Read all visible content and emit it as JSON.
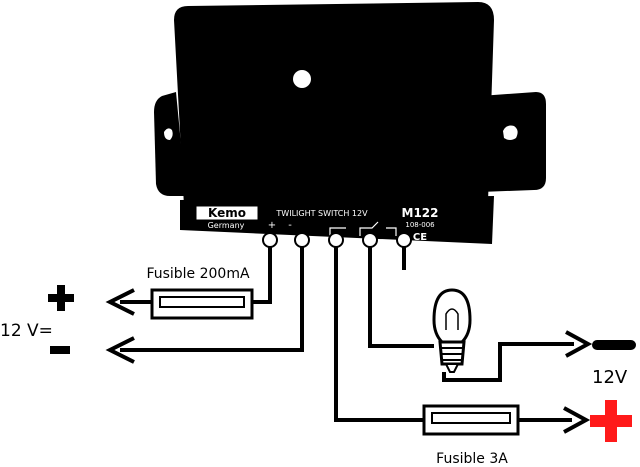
{
  "module": {
    "brand": "Kemo",
    "origin": "Germany",
    "description": "TWILIGHT SWITCH 12V",
    "model": "M122",
    "part_code": "108-006",
    "mark": "CE",
    "plus_symbol": "+",
    "minus_symbol": "-"
  },
  "labels": {
    "fuse_small": "Fusible 200mA",
    "fuse_large": "Fusible 3A",
    "supply_left": "12 V=",
    "supply_right": "12V",
    "plus_sign": "+",
    "minus_sign": "-"
  },
  "colors": {
    "wire": "#000000",
    "module_body": "#000000",
    "plus_right": "#ff1a1a"
  }
}
